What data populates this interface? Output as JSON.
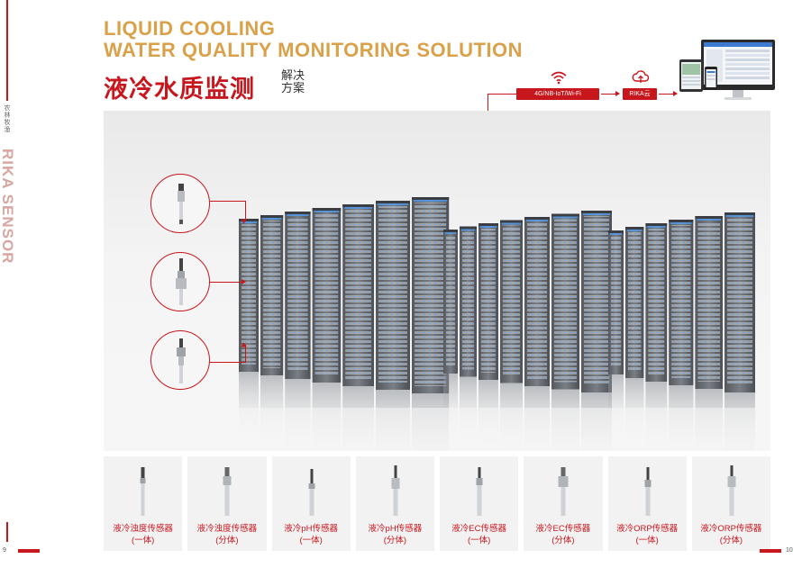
{
  "side": {
    "category_cn": "农林牧渔",
    "brand": "RIKA SENSOR"
  },
  "heading": {
    "line1": "LIQUID COOLING",
    "line2": "WATER QUALITY MONITORING SOLUTION",
    "cn_title": "液冷水质监测",
    "cn_sub_1": "解决",
    "cn_sub_2": "方案"
  },
  "flow": {
    "network_label": "4G/NB-IoT/Wi-Fi",
    "cloud_label": "RIKA云",
    "icons": [
      "wifi-icon",
      "cloud-upload-icon",
      "monitoring-devices-icon"
    ]
  },
  "products": [
    {
      "name": "液冷浊度传感器",
      "variant": "(一体)"
    },
    {
      "name": "液冷浊度传感器",
      "variant": "(分体)"
    },
    {
      "name": "液冷pH传感器",
      "variant": "(一体)"
    },
    {
      "name": "液冷pH传感器",
      "variant": "(分体)"
    },
    {
      "name": "液冷EC传感器",
      "variant": "(一体)"
    },
    {
      "name": "液冷EC传感器",
      "variant": "(分体)"
    },
    {
      "name": "液冷ORP传感器",
      "variant": "(一体)"
    },
    {
      "name": "液冷ORP传感器",
      "variant": "(分体)"
    }
  ],
  "pages": {
    "left": "9",
    "right": "10"
  },
  "colors": {
    "brand_red": "#c8161d",
    "title_gold": "#d9a24a",
    "brand_pink": "#d9a5a0"
  }
}
